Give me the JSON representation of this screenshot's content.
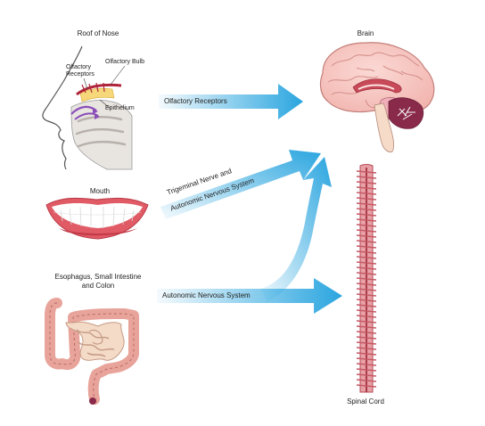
{
  "labels": {
    "roof_of_nose": "Roof of Nose",
    "olfactory_receptors_line1": "Olfactory",
    "olfactory_receptors_line2": "Receptors",
    "olfactory_bulb": "Olfactory Bulb",
    "epithelium": "Epithelium",
    "brain": "Brain",
    "mouth": "Mouth",
    "digestive_line1": "Esophagus, Small Intestine",
    "digestive_line2": "and Colon",
    "spinal_cord": "Spinal Cord"
  },
  "arrows": {
    "olfactory": "Olfactory Receptors",
    "trigeminal_line1": "Trigeminal Nerve and",
    "trigeminal_line2": "Autonomic Nervous System",
    "autonomic": "Autonomic Nervous System"
  },
  "colors": {
    "arrow_blue": "#2aa5df",
    "gut_pink": "#e8a49a",
    "brain_pink": "#f5c5c0",
    "spine_red": "#c95b63",
    "lip_red": "#d9434f"
  }
}
